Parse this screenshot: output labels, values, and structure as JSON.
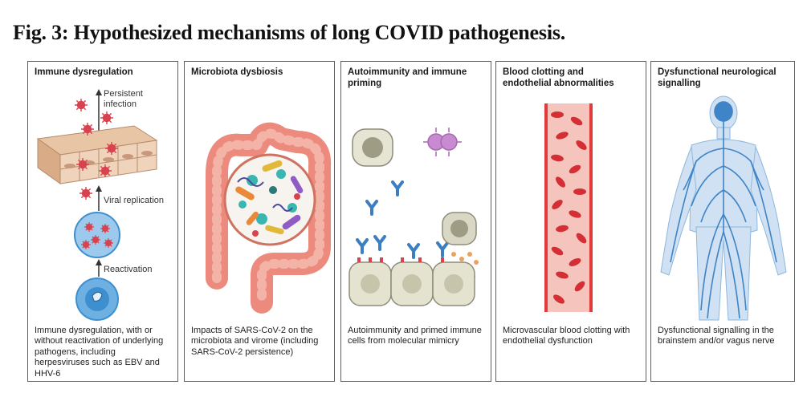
{
  "figure": {
    "title": "Fig. 3: Hypothesized mechanisms of long COVID pathogenesis."
  },
  "panels": [
    {
      "title": "Immune dysregulation",
      "labels": {
        "persistent": "Persistent infection",
        "replication": "Viral replication",
        "reactivation": "Reactivation"
      },
      "caption": "Immune dysregulation, with or without reactivation of underlying pathogens, including herpesviruses such as EBV and HHV-6"
    },
    {
      "title": "Microbiota dysbiosis",
      "caption": "Impacts of SARS-CoV-2 on the microbiota and virome (including SARS-CoV-2 persistence)"
    },
    {
      "title": "Autoimmunity and immune priming",
      "caption": "Autoimmunity and primed immune cells from molecular mimicry"
    },
    {
      "title": "Blood clotting and endothelial abnormalities",
      "caption": "Microvascular blood clotting with endothelial dysfunction"
    },
    {
      "title": "Dysfunctional neurological signalling",
      "caption": "Dysfunctional signalling in the brainstem and/or vagus nerve"
    }
  ],
  "colors": {
    "virus": "#d8434e",
    "cell_tan": "#e7c7ad",
    "cell_blue": "#3d8fd0",
    "intestine": "#ec8a7e",
    "antibody": "#3b7fc2",
    "vessel": "#e03a3a",
    "nerve": "#3e84c6"
  }
}
